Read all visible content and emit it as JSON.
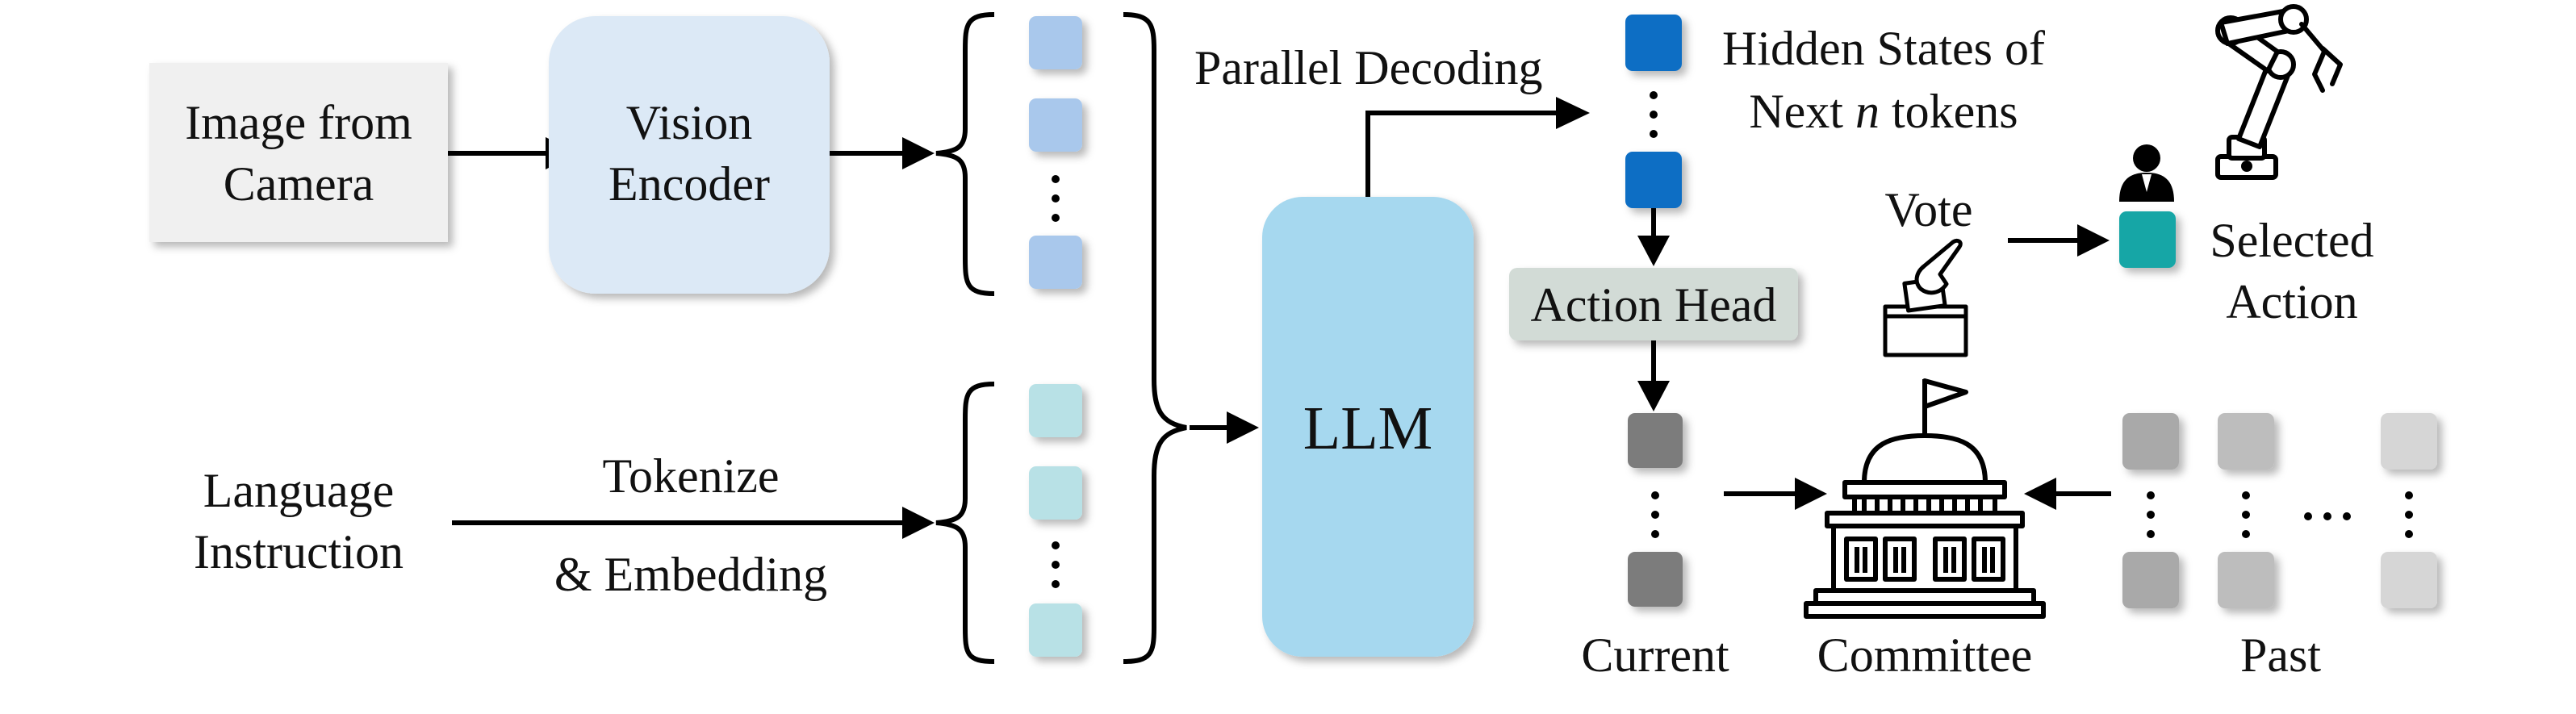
{
  "colors": {
    "camera_box": "#f0f0f0",
    "vision_encoder": "#dce9f6",
    "vision_token": "#a9c8ec",
    "language_token": "#b8e1e6",
    "llm": "#a6d8ef",
    "hidden_state": "#0e6ec4",
    "action_head": "#d2dbd6",
    "current_action": "#7c7c7c",
    "selected_action": "#12a6a6",
    "past_1": "#a9a9a9",
    "past_2": "#bdbdbd",
    "past_3": "#d6d6d6",
    "arrow": "#000000"
  },
  "nodes": {
    "image_from_camera": [
      "Image from",
      "Camera"
    ],
    "vision_encoder": [
      "Vision",
      "Encoder"
    ],
    "language_instruction": [
      "Language",
      "Instruction"
    ],
    "llm": "LLM",
    "action_head": "Action Head",
    "committee": "Committee"
  },
  "edge_labels": {
    "tokenize": [
      "Tokenize",
      "& Embedding"
    ],
    "parallel_decoding": "Parallel Decoding",
    "vote": "Vote"
  },
  "token_labels": {
    "hidden_states": {
      "line1": "Hidden States of",
      "line2_prefix": "Next ",
      "line2_var": "n",
      "line2_suffix": " tokens"
    },
    "selected_action": [
      "Selected",
      "Action"
    ],
    "current": "Current",
    "past": "Past"
  },
  "icons": [
    "robot-arm-icon",
    "person-icon",
    "ballot-box-icon",
    "capitol-building-icon"
  ]
}
